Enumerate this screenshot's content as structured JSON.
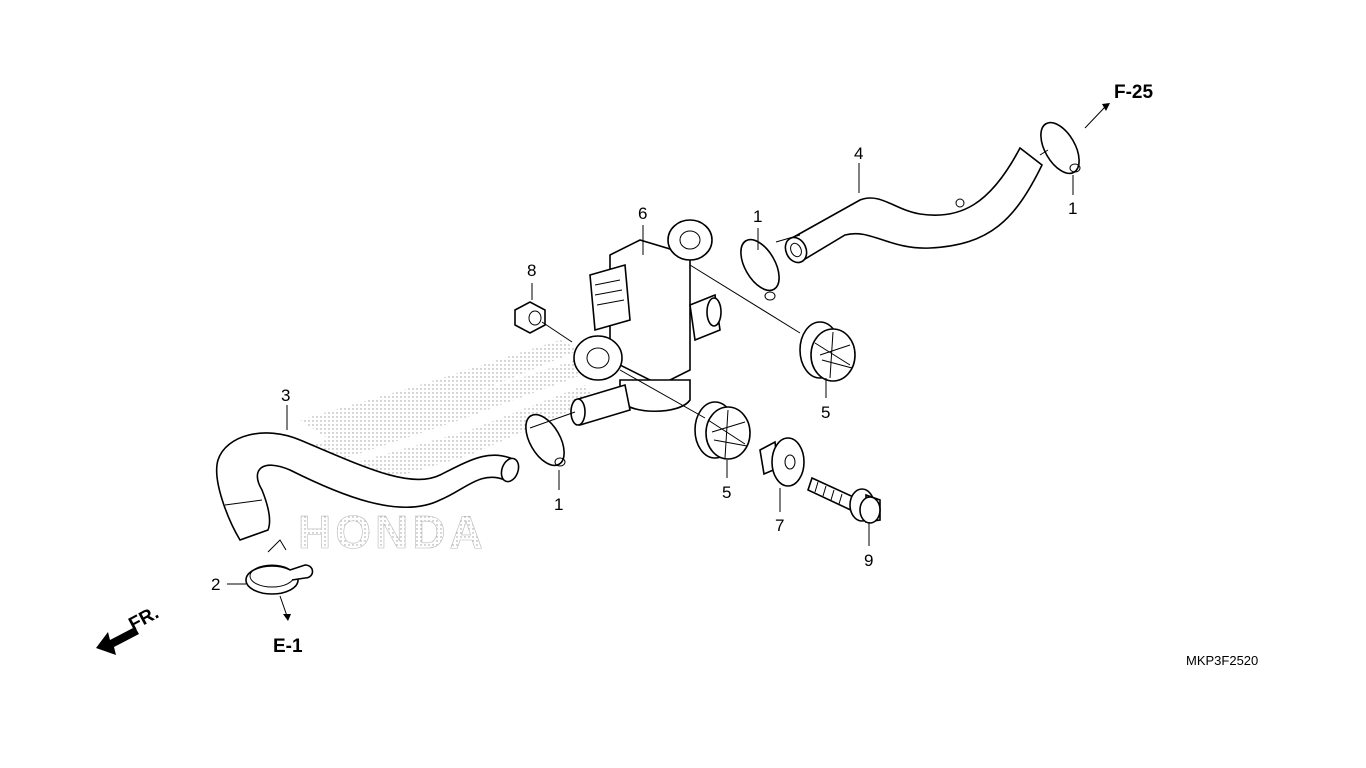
{
  "diagram": {
    "watermark": "HONDA",
    "catalog_code": "MKP3F2520",
    "references": {
      "f25": "F-25",
      "e1": "E-1"
    },
    "front_indicator": "FR.",
    "callouts": {
      "clip_top_left": "1",
      "clip_top_right": "1",
      "clip_bottom": "1",
      "clamp": "2",
      "hose_lower": "3",
      "hose_upper": "4",
      "grommet_right": "5",
      "grommet_lower": "5",
      "valve": "6",
      "collar": "7",
      "nut": "8",
      "bolt": "9"
    }
  }
}
